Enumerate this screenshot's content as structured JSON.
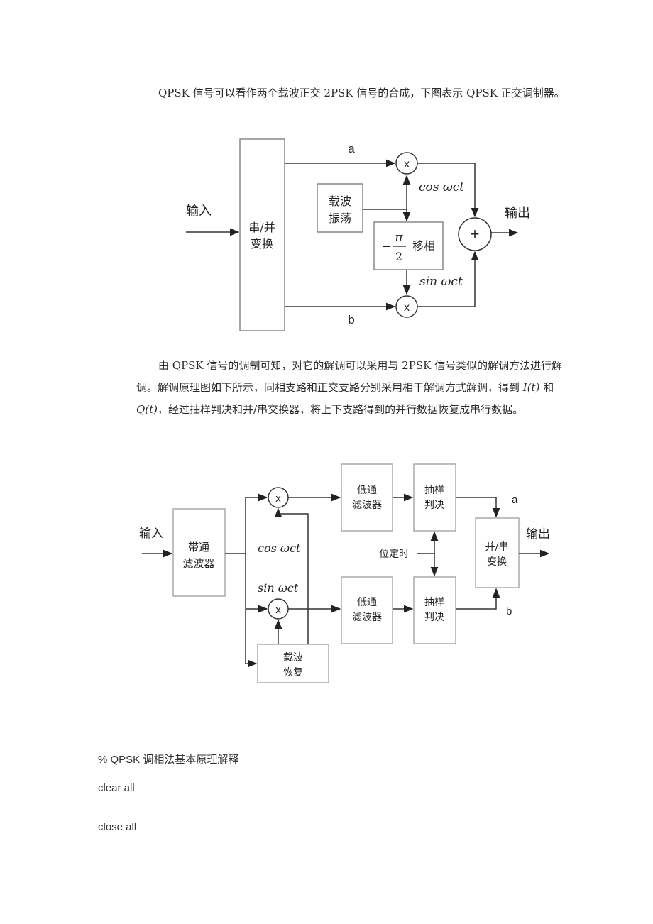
{
  "paragraph1": "QPSK 信号可以看作两个载波正交 2PSK 信号的合成，下图表示 QPSK 正交调制器。",
  "modulator": {
    "input": "输入",
    "serial_parallel": [
      "串/并",
      "变换"
    ],
    "carrier_osc": [
      "载波",
      "振荡"
    ],
    "phase_shift_num": "π",
    "phase_shift_den": "2",
    "phase_shift_label": "移相",
    "cos_label": "cos ωct",
    "sin_label": "sin ωct",
    "multiply": "x",
    "adder": "+",
    "branch_a": "a",
    "branch_b": "b",
    "output": "输出"
  },
  "paragraph2": {
    "part1": "由 QPSK 信号的调制可知，对它的解调可以采用与 2PSK 信号类似的解调方法进行解调。解调原理图如下所示，同相支路和正交支路分别采用相干解调方式解调，得到 ",
    "it": "I(t)",
    "and": " 和 ",
    "qt": "Q(t)",
    "part2": "，经过抽样判决和并/串交换器，将上下支路得到的并行数据恢复成串行数据。"
  },
  "demodulator": {
    "input": "输入",
    "bandpass": [
      "带通",
      "滤波器"
    ],
    "lowpass": [
      "低通",
      "滤波器"
    ],
    "sampler": [
      "抽样",
      "判决"
    ],
    "timing": "位定时",
    "parallel_serial": [
      "并/串",
      "变换"
    ],
    "carrier_recovery": [
      "载波",
      "恢复"
    ],
    "cos_label": "cos ωct",
    "sin_label": "sin ωct",
    "multiply": "x",
    "branch_a": "a",
    "branch_b": "b",
    "output": "输出"
  },
  "code_lines": [
    "% QPSK 调相法基本原理解释",
    "clear all",
    "close all"
  ]
}
